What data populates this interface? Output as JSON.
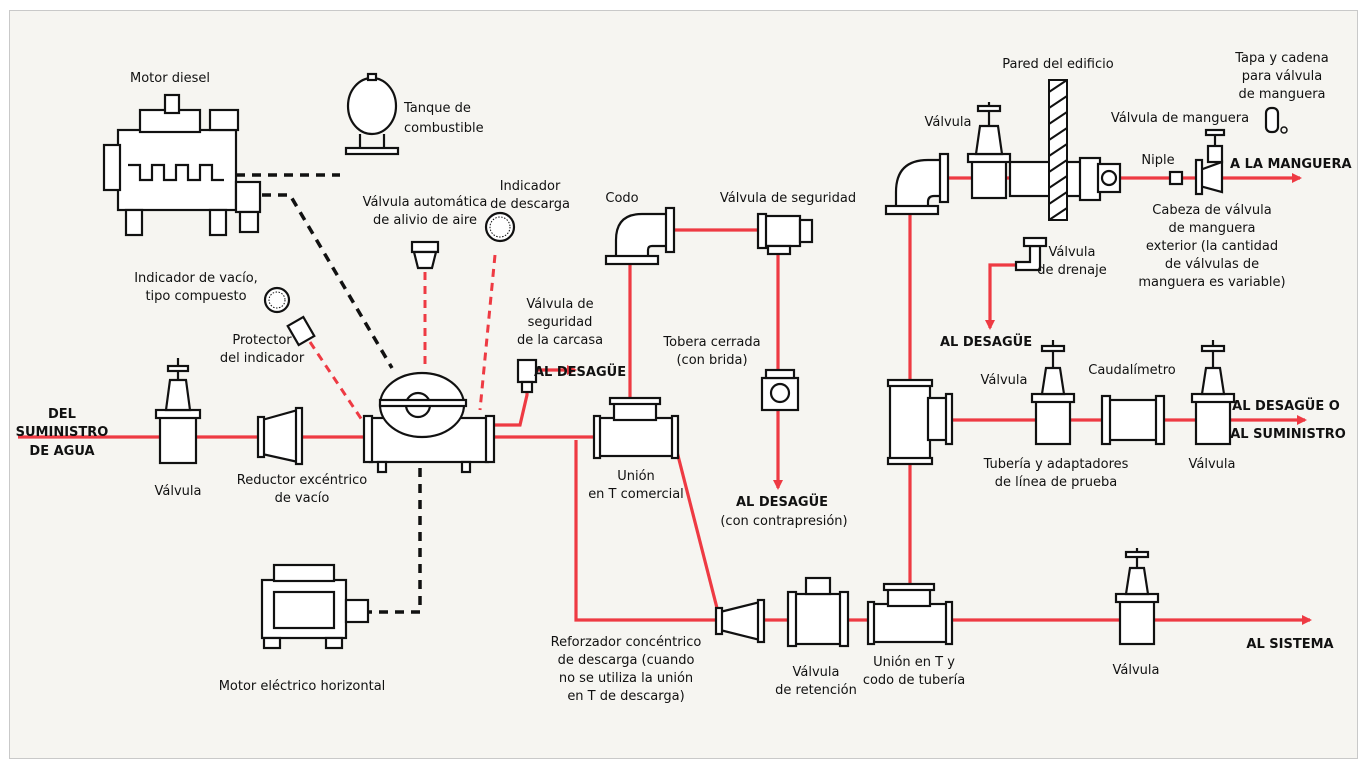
{
  "diagram": {
    "colors": {
      "pipe": "#ee3a43",
      "equipment": "#111111",
      "background": "#f6f5f1"
    },
    "labels": {
      "motor_diesel": "Motor diesel",
      "tanque": [
        "Tanque de",
        "combustible"
      ],
      "valvula_aire": [
        "Válvula automática",
        "de alivio de aire"
      ],
      "indicador_descarga": [
        "Indicador",
        "de descarga"
      ],
      "indicador_vacio": [
        "Indicador de vacío,",
        "tipo compuesto"
      ],
      "protector": [
        "Protector",
        "del indicador"
      ],
      "suministro": [
        "DEL",
        "SUMINISTRO",
        "DE AGUA"
      ],
      "valvula_1": "Válvula",
      "reductor": [
        "Reductor excéntrico",
        "de vacío"
      ],
      "motor_electrico": "Motor eléctrico horizontal",
      "valvula_seguridad_carcasa": [
        "Válvula de",
        "seguridad",
        "de la carcasa"
      ],
      "al_desague_1": "AL DESAGÜE",
      "codo": "Codo",
      "valvula_seguridad": "Válvula de seguridad",
      "tobera": [
        "Tobera cerrada",
        "(con brida)"
      ],
      "union_t_comercial": [
        "Unión",
        "en T comercial"
      ],
      "al_desague_2": "AL DESAGÜE",
      "contrapresion": "(con contrapresión)",
      "reforzador": [
        "Reforzador concéntrico",
        "de descarga (cuando",
        "no se utiliza la unión",
        "en T de descarga)"
      ],
      "valvula_retencion": [
        "Válvula",
        "de retención"
      ],
      "union_t_codo": [
        "Unión en T y",
        "codo de tubería"
      ],
      "valvula_sistema": "Válvula",
      "al_sistema": "AL SISTEMA",
      "pared": "Pared del edificio",
      "valvula_top": "Válvula",
      "tapa": [
        "Tapa y cadena",
        "para válvula",
        "de manguera"
      ],
      "valvula_manguera": "Válvula de manguera",
      "niple": "Niple",
      "a_la_manguera": "A LA MANGUERA",
      "cabeza": [
        "Cabeza de válvula",
        "de manguera",
        "exterior (la cantidad",
        "de válvulas de",
        "manguera es variable)"
      ],
      "valvula_drenaje": [
        "Válvula",
        "de drenaje"
      ],
      "al_desague_3": "AL DESAGÜE",
      "valvula_prueba": "Válvula",
      "caudalimetro": "Caudalímetro",
      "al_desague_o": [
        "AL DESAGÜE O",
        "AL SUMINISTRO"
      ],
      "tuberia_prueba": [
        "Tubería y adaptadores",
        "de línea de prueba"
      ],
      "valvula_prueba_2": "Válvula"
    }
  }
}
